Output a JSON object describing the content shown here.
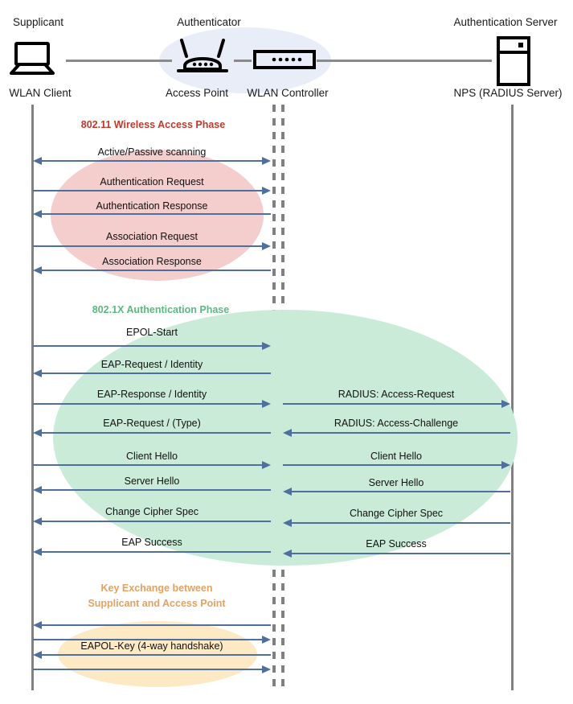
{
  "diagram": {
    "title": "802.1X / EAP WLAN authentication sequence",
    "colors": {
      "wireless_phase": "#c0392b",
      "dot1x_phase": "#5cb87f",
      "key_phase": "#e3a262",
      "arrow": "#4f6f9e",
      "lifeline": "#808080",
      "authenticator_blob": "#e8edf7",
      "ellipse_wireless": "#f4cdcd",
      "ellipse_dot1x": "#cbebd9",
      "ellipse_key": "#fdeac4"
    }
  },
  "actors": [
    {
      "role": "Supplicant",
      "device": "WLAN Client",
      "icon": "laptop-icon"
    },
    {
      "role": "Authenticator",
      "device": "Access Point",
      "icon": "access-point-icon"
    },
    {
      "role": "",
      "device": "WLAN Controller",
      "icon": "wlan-controller-icon"
    },
    {
      "role": "Authentication Server",
      "device": "NPS (RADIUS Server)",
      "icon": "server-icon"
    }
  ],
  "phases": [
    {
      "id": "wireless",
      "label": "802.11 Wireless Access Phase"
    },
    {
      "id": "dot1x",
      "label": "802.1X Authentication Phase"
    },
    {
      "id": "key",
      "label_line1": "Key Exchange between",
      "label_line2": "Supplicant and Access Point"
    }
  ],
  "messages_left": [
    {
      "label": "Active/Passive scanning",
      "direction": "both"
    },
    {
      "label": "Authentication Request",
      "direction": "right"
    },
    {
      "label": "Authentication Response",
      "direction": "left"
    },
    {
      "label": "Association Request",
      "direction": "right"
    },
    {
      "label": "Association Response",
      "direction": "left"
    },
    {
      "label": "EPOL-Start",
      "direction": "right"
    },
    {
      "label": "EAP-Request / Identity",
      "direction": "left"
    },
    {
      "label": "EAP-Response / Identity",
      "direction": "right"
    },
    {
      "label": "EAP-Request / (Type)",
      "direction": "left"
    },
    {
      "label": "Client Hello",
      "direction": "right"
    },
    {
      "label": "Server Hello",
      "direction": "left"
    },
    {
      "label": "Change Cipher Spec",
      "direction": "left"
    },
    {
      "label": "EAP Success",
      "direction": "left"
    }
  ],
  "messages_right": [
    {
      "label": "RADIUS: Access-Request",
      "direction": "right"
    },
    {
      "label": "RADIUS: Access-Challenge",
      "direction": "left"
    },
    {
      "label": "Client Hello",
      "direction": "right"
    },
    {
      "label": "Server Hello",
      "direction": "left"
    },
    {
      "label": "Change Cipher Spec",
      "direction": "left"
    },
    {
      "label": "EAP Success",
      "direction": "left"
    }
  ],
  "messages_key": [
    {
      "label": "",
      "direction": "left"
    },
    {
      "label": "",
      "direction": "right"
    },
    {
      "label": "EAPOL-Key (4-way handshake)",
      "direction": "left"
    },
    {
      "label": "",
      "direction": "right"
    }
  ]
}
